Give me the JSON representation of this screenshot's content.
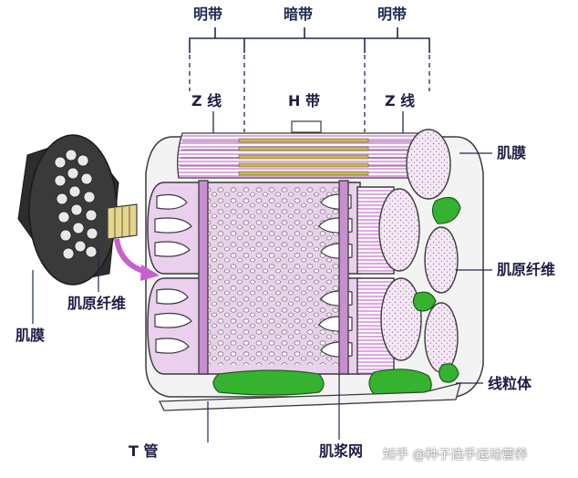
{
  "labels": {
    "light_band_left": "明带",
    "dark_band": "暗带",
    "light_band_right": "明带",
    "z_line_left": "Z 线",
    "h_band": "H 带",
    "z_line_right": "Z 线",
    "sarcolemma_right": "肌膜",
    "myofibril_right": "肌原纤维",
    "mitochondria": "线粒体",
    "sarcoplasmic_reticulum": "肌浆网",
    "t_tubule": "T 管",
    "myofibril_left": "肌原纤维",
    "sarcolemma_left": "肌膜"
  },
  "watermark": "知乎 @种子选手运动营养",
  "colors": {
    "sr_pink": "#ead0ec",
    "sr_dark": "#c78fce",
    "mito_green": "#35b22f",
    "fibril_gray": "#d9d9d9",
    "stroke": "#3b3b3b",
    "label_text": "#1d1d46"
  }
}
